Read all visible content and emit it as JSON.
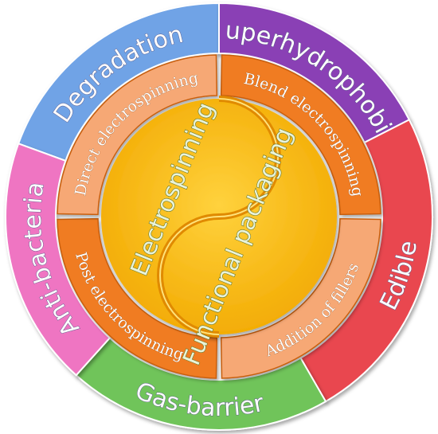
{
  "outer_ring": [
    {
      "label": "Degradation",
      "color": "#6fa3e6"
    },
    {
      "label": "Superhydrophobic",
      "color": "#8a3fb5"
    },
    {
      "label": "Edible",
      "color": "#e9464f"
    },
    {
      "label": "Gas-barrier",
      "color": "#6fc45a"
    },
    {
      "label": "Anti-bacteria",
      "color": "#ef74c2"
    }
  ],
  "middle_ring": [
    {
      "label": "Blend electrospinning",
      "color": "#f07c22"
    },
    {
      "label": "Addition of fillers",
      "color": "#f6a874"
    },
    {
      "label": "Post electrospinning",
      "color": "#f07c22"
    },
    {
      "label": "Direct electrospinning",
      "color": "#f6a874"
    }
  ],
  "center": {
    "upper_label": "Electrospinning",
    "lower_label": "Functional packaging",
    "color": "#f7bc18"
  }
}
